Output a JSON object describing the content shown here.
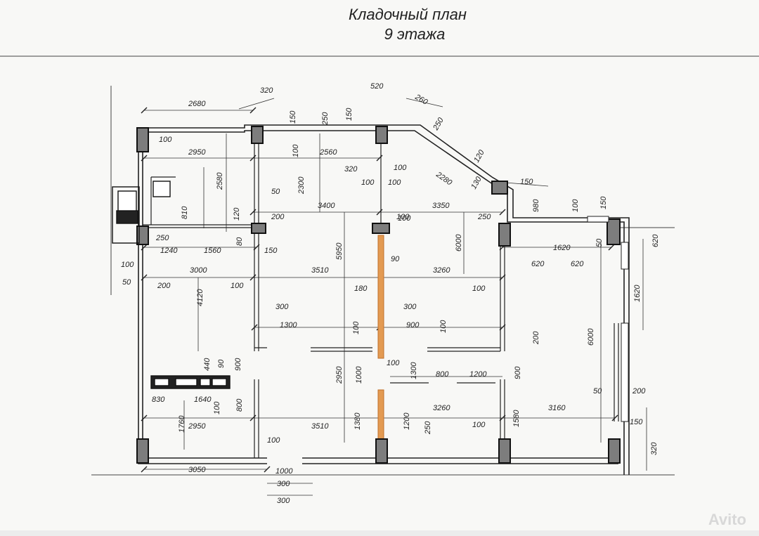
{
  "title": {
    "line1": "Кладочный план",
    "line2": "9  этажа"
  },
  "watermark": "Avito",
  "colors": {
    "line": "#222222",
    "wall_fill": "#8a8a8a",
    "highlight": "#d98a3a",
    "background": "#f8f8f6"
  },
  "dimensions": {
    "d2680": "2680",
    "d320a": "320",
    "d520": "520",
    "d260": "260",
    "d150a": "150",
    "d250a": "250",
    "d150b": "150",
    "d250b": "250",
    "d100a": "100",
    "d2950a": "2950",
    "d100b": "100",
    "d2560": "2560",
    "d2580": "2580",
    "d2300": "2300",
    "d320b": "320",
    "d100c": "100",
    "d100d": "100",
    "d2280": "2280",
    "d120a": "120",
    "d100e": "100",
    "d100f": "100",
    "d130": "130",
    "d150c": "150",
    "d50a": "50",
    "d3400": "3400",
    "d3350": "3350",
    "d980": "980",
    "d100g": "100",
    "d150d": "150",
    "d810": "810",
    "d120b": "120",
    "d200a": "200",
    "d100h": "100",
    "d250c": "250",
    "d250d": "250",
    "d80": "80",
    "d1240": "1240",
    "d1560": "1560",
    "d150e": "150",
    "d5950": "5950",
    "d6000a": "6000",
    "d1620a": "1620",
    "d50b": "50",
    "d620a": "620",
    "d620b": "620",
    "d620c": "620",
    "d100i": "100",
    "d90a": "90",
    "d3000": "3000",
    "d3510a": "3510",
    "d3260a": "3260",
    "d50c": "50",
    "d200b": "200",
    "d100j": "100",
    "d4120": "4120",
    "d180": "180",
    "d100k": "100",
    "d1620b": "1620",
    "d300a": "300",
    "d300b": "300",
    "d1300a": "1300",
    "d900a": "900",
    "d100l": "100",
    "d100m": "100",
    "d6000b": "6000",
    "d200c": "200",
    "d440": "440",
    "d90b": "90",
    "d900b": "900",
    "d2950b": "2950",
    "d1000a": "1000",
    "d100n": "100",
    "d1300b": "1300",
    "d800a": "800",
    "d1200a": "1200",
    "d900c": "900",
    "d830": "830",
    "d1640": "1640",
    "d100o": "100",
    "d800b": "800",
    "d3260b": "3260",
    "d3160": "3160",
    "d50d": "50",
    "d200d": "200",
    "d1760": "1760",
    "d1380": "1380",
    "d1200b": "1200",
    "d250e": "250",
    "d1580": "1580",
    "d150f": "150",
    "d2950c": "2950",
    "d3510b": "3510",
    "d100p": "100",
    "d100q": "100",
    "d320c": "320",
    "d3050": "3050",
    "d1000b": "1000",
    "d300c": "300",
    "d300d": "300"
  }
}
